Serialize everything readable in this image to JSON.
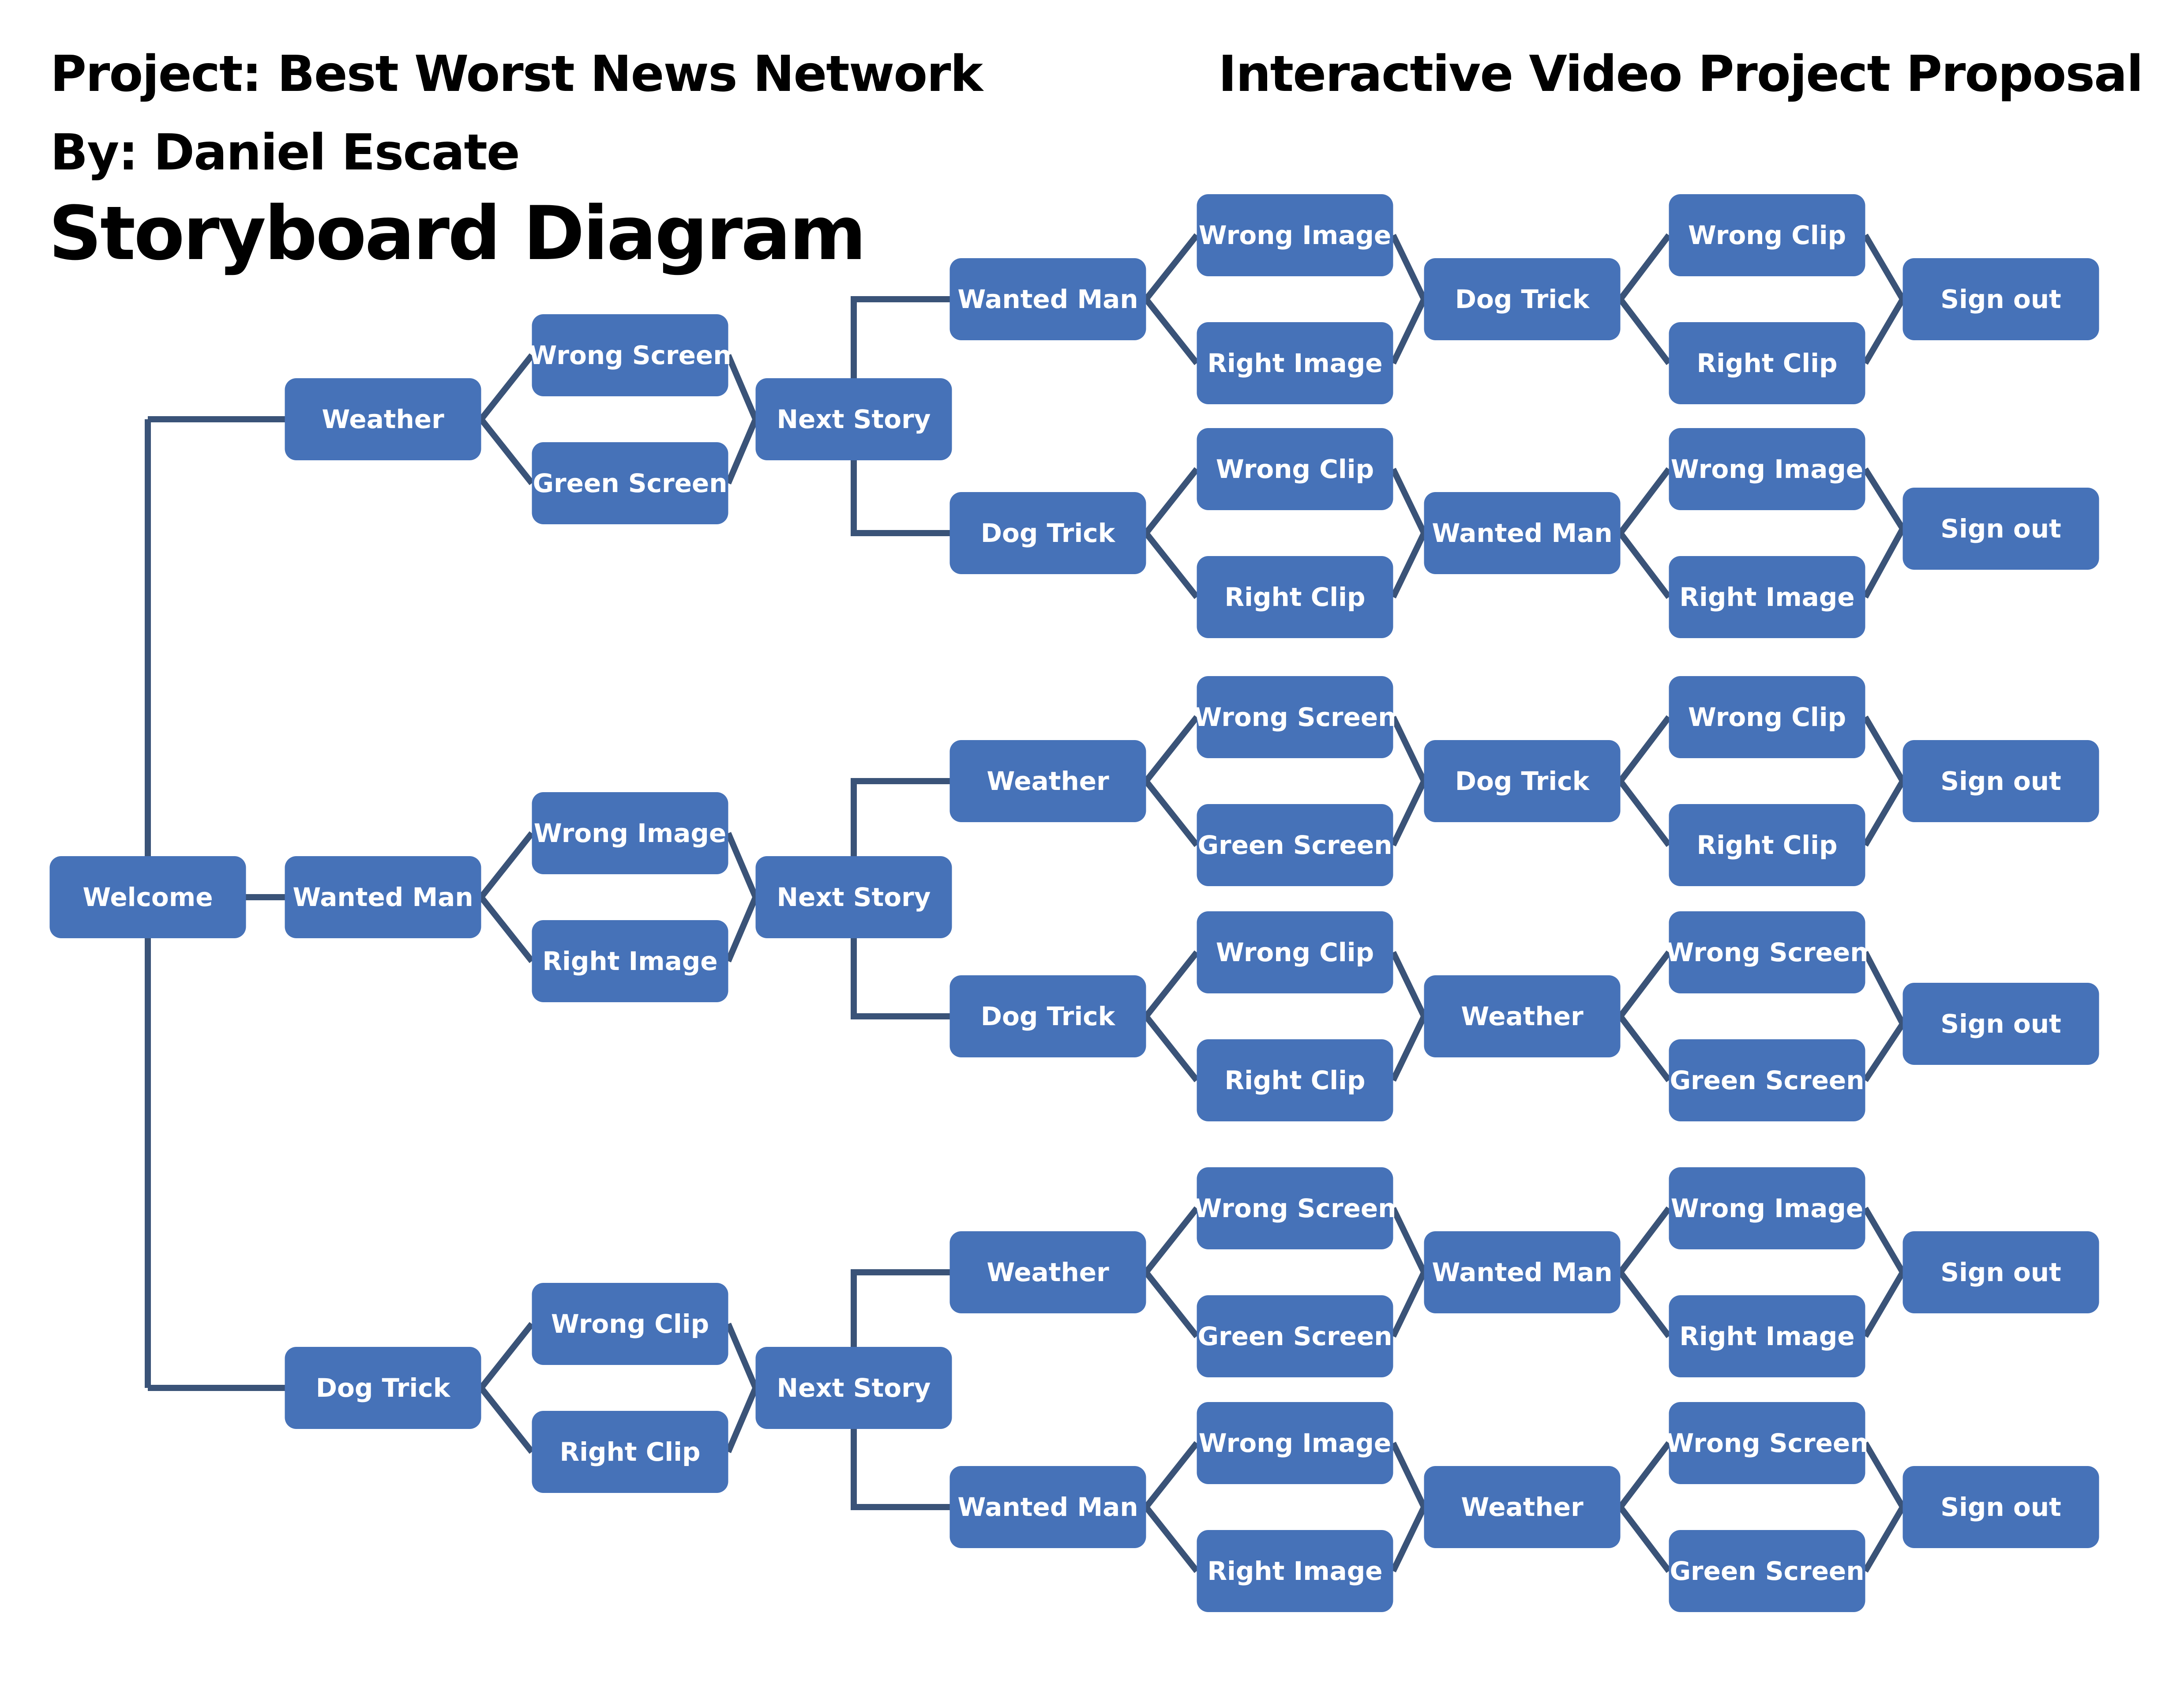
{
  "header": {
    "project": "Project: Best Worst News Network",
    "author": "By: Daniel Escate",
    "heading": "Storyboard Diagram",
    "proposal": "Interactive Video Project Proposal"
  },
  "colors": {
    "node_fill": "#4672B8",
    "node_text": "#FFFFFF",
    "connector": "#3A5378",
    "background": "#FFFFFF"
  },
  "diagram": {
    "root": {
      "label": "Welcome",
      "children": [
        {
          "label": "Weather",
          "choices": [
            "Wrong Screen",
            "Green Screen"
          ],
          "next": "Next Story",
          "branches": [
            {
              "label": "Wanted Man",
              "choices": [
                "Wrong Image",
                "Right Image"
              ],
              "next": "Dog Trick",
              "final_choices": [
                "Wrong Clip",
                "Right Clip"
              ],
              "end": "Sign out"
            },
            {
              "label": "Dog Trick",
              "choices": [
                "Wrong Clip",
                "Right Clip"
              ],
              "next": "Wanted Man",
              "final_choices": [
                "Wrong Image",
                "Right Image"
              ],
              "end": "Sign out"
            }
          ]
        },
        {
          "label": "Wanted Man",
          "choices": [
            "Wrong Image",
            "Right Image"
          ],
          "next": "Next Story",
          "branches": [
            {
              "label": "Weather",
              "choices": [
                "Wrong Screen",
                "Green Screen"
              ],
              "next": "Dog Trick",
              "final_choices": [
                "Wrong Clip",
                "Right Clip"
              ],
              "end": "Sign out"
            },
            {
              "label": "Dog Trick",
              "choices": [
                "Wrong Clip",
                "Right Clip"
              ],
              "next": "Weather",
              "final_choices": [
                "Wrong Screen",
                "Green Screen"
              ],
              "end": "Sign out"
            }
          ]
        },
        {
          "label": "Dog Trick",
          "choices": [
            "Wrong Clip",
            "Right Clip"
          ],
          "next": "Next Story",
          "branches": [
            {
              "label": "Weather",
              "choices": [
                "Wrong Screen",
                "Green Screen"
              ],
              "next": "Wanted Man",
              "final_choices": [
                "Wrong Image",
                "Right Image"
              ],
              "end": "Sign out"
            },
            {
              "label": "Wanted Man",
              "choices": [
                "Wrong Image",
                "Right Image"
              ],
              "next": "Weather",
              "final_choices": [
                "Wrong Screen",
                "Green Screen"
              ],
              "end": "Sign out"
            }
          ]
        }
      ]
    }
  }
}
